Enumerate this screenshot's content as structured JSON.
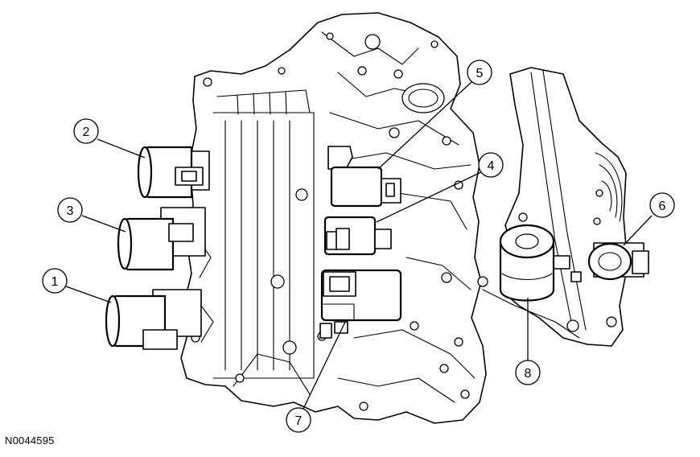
{
  "figure": {
    "id_label": "N0044595"
  },
  "callouts": [
    {
      "id": "c1",
      "number": "1"
    },
    {
      "id": "c2",
      "number": "2"
    },
    {
      "id": "c3",
      "number": "3"
    },
    {
      "id": "c4",
      "number": "4"
    },
    {
      "id": "c5",
      "number": "5"
    },
    {
      "id": "c6",
      "number": "6"
    },
    {
      "id": "c7",
      "number": "7"
    },
    {
      "id": "c8",
      "number": "8"
    }
  ]
}
